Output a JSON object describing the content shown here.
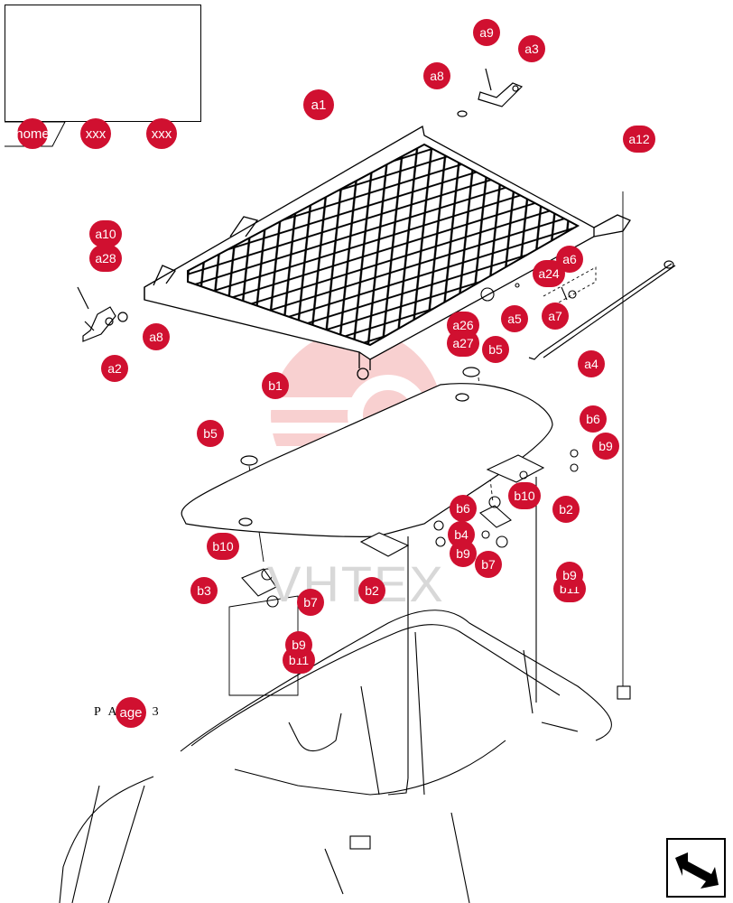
{
  "navigation": {
    "home_label": "home",
    "thumb_label_1": "xxx",
    "thumb_label_2": "xxx",
    "page_prefix": "PA",
    "page_link": "age",
    "page_number": "3"
  },
  "watermark": {
    "text": "VHTEX"
  },
  "colors": {
    "callout": "#d01030",
    "watermark": "#f08080",
    "line": "#000000"
  },
  "callouts": {
    "a1": "a1",
    "a2": "a2",
    "a3": "a3",
    "a4": "a4",
    "a5": "a5",
    "a6": "a6",
    "a7": "a7",
    "a8_top": "a8",
    "a8_left": "a8",
    "a9": "a9",
    "a10": "a10",
    "a12": "a12",
    "a24": "a24",
    "a26": "a26",
    "a27": "a27",
    "a28": "a28",
    "b1": "b1",
    "b2_left": "b2",
    "b2_right": "b2",
    "b3": "b3",
    "b4": "b4",
    "b5_left": "b5",
    "b5_right": "b5",
    "b6_right": "b6",
    "b6_mid": "b6",
    "b7_left": "b7",
    "b7_mid": "b7",
    "b9_right": "b9",
    "b9_mid": "b9",
    "b9_low_right": "b9",
    "b9_low_left": "b9",
    "b10_left": "b10",
    "b10_right": "b10",
    "b11_right": "b11",
    "b11_left": "b11"
  },
  "icons": {
    "next": "arrow-next-icon"
  }
}
